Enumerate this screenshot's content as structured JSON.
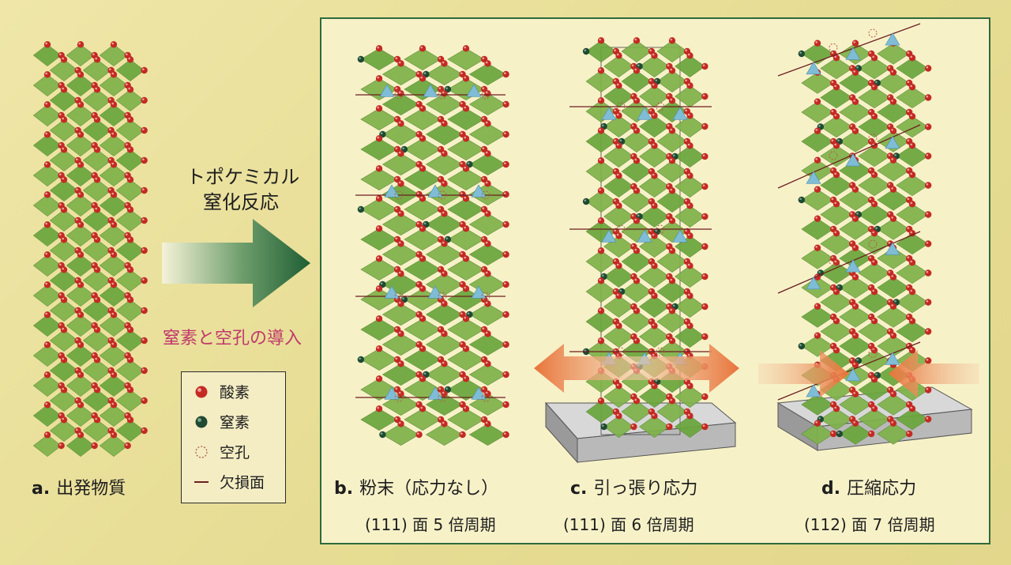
{
  "colors": {
    "oxygen": "#c42a24",
    "nitrogen": "#1f4a34",
    "octahedron": "#7fb24a",
    "tetrahedron": "#7fbcd6",
    "defect_plane": "#6b1f1f",
    "arrow_green": "#2c6b3c",
    "arrow_orange": "#e8743b",
    "intro_text": "#c0396b"
  },
  "reaction": {
    "line1": "トポケミカル",
    "line2": "窒化反応",
    "introduction": "窒素と空孔の導入"
  },
  "panels": {
    "a": {
      "letter": "a.",
      "caption": "出発物質"
    },
    "b": {
      "letter": "b.",
      "caption": "粉末（応力なし）",
      "period": "(111) 面 5 倍周期"
    },
    "c": {
      "letter": "c.",
      "caption": "引っ張り応力",
      "period": "(111) 面  6 倍周期"
    },
    "d": {
      "letter": "d.",
      "caption": "圧縮応力",
      "period": "(112) 面 7 倍周期"
    }
  },
  "legend": {
    "oxygen": "酸素",
    "nitrogen": "窒素",
    "vacancy": "空孔",
    "defect_plane": "欠損面"
  }
}
